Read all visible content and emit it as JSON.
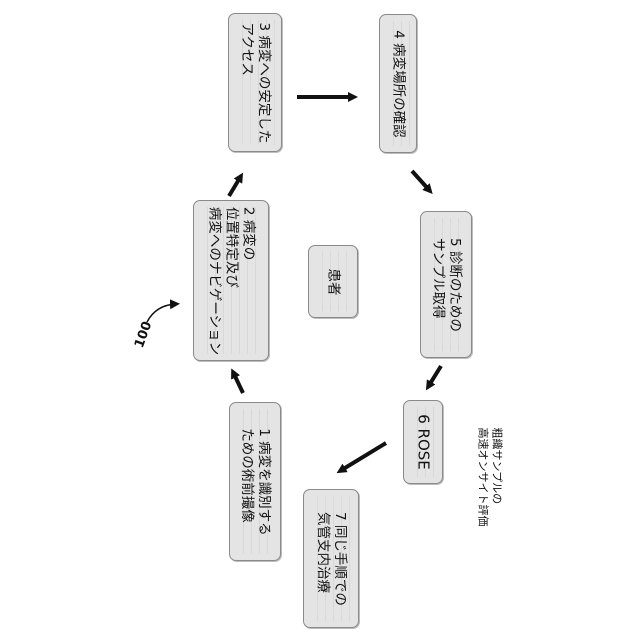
{
  "figure_ref": "100",
  "center": {
    "label": "患者"
  },
  "steps": [
    {
      "label": "1 病変を識別する\nための術前撮像"
    },
    {
      "label": "2 病変の\n位置特定及び\n病変へのナビゲーション"
    },
    {
      "label": "3 病変への安定した\nアクセス"
    },
    {
      "label": "4 病変場所の確認"
    },
    {
      "label": "5 診断のための\nサンプル取得"
    },
    {
      "label": "6 ROSE"
    },
    {
      "label": "7 同じ手順での\n気管支内治療"
    }
  ],
  "rose_note": "粗織サンプルの\n高速オンサイト評価"
}
